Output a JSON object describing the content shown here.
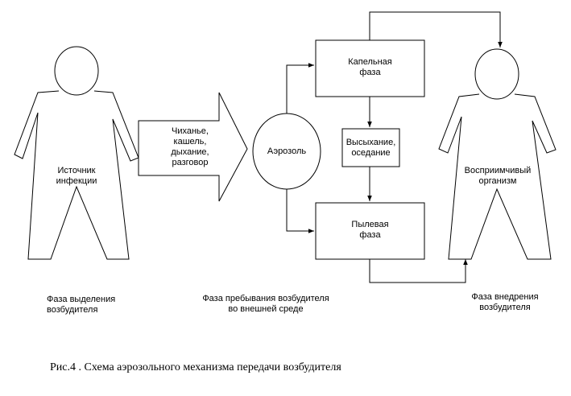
{
  "nodes": {
    "source_person": {
      "label_line1": "Источник",
      "label_line2": "инфекции"
    },
    "actions_arrow": {
      "line1": "Чиханье,",
      "line2": "кашель,",
      "line3": "дыхание,",
      "line4": "разговор"
    },
    "aerosol": {
      "label": "Аэрозоль"
    },
    "droplet_phase": {
      "line1": "Капельная",
      "line2": "фаза"
    },
    "drying": {
      "line1": "Высыхание,",
      "line2": "оседание"
    },
    "dust_phase": {
      "line1": "Пылевая",
      "line2": "фаза"
    },
    "susceptible_person": {
      "label_line1": "Восприимчивый",
      "label_line2": "организм"
    }
  },
  "phases": {
    "excretion": {
      "line1": "Фаза выделения",
      "line2": "возбудителя"
    },
    "environment": {
      "line1": "Фаза пребывания возбудителя",
      "line2": "во внешней среде"
    },
    "introduction": {
      "line1": "Фаза внедрения",
      "line2": "возбудителя"
    }
  },
  "caption": "Рис.4 . Схема аэрозольного механизма передачи возбудителя",
  "colors": {
    "stroke": "#000000",
    "fill": "#ffffff"
  }
}
